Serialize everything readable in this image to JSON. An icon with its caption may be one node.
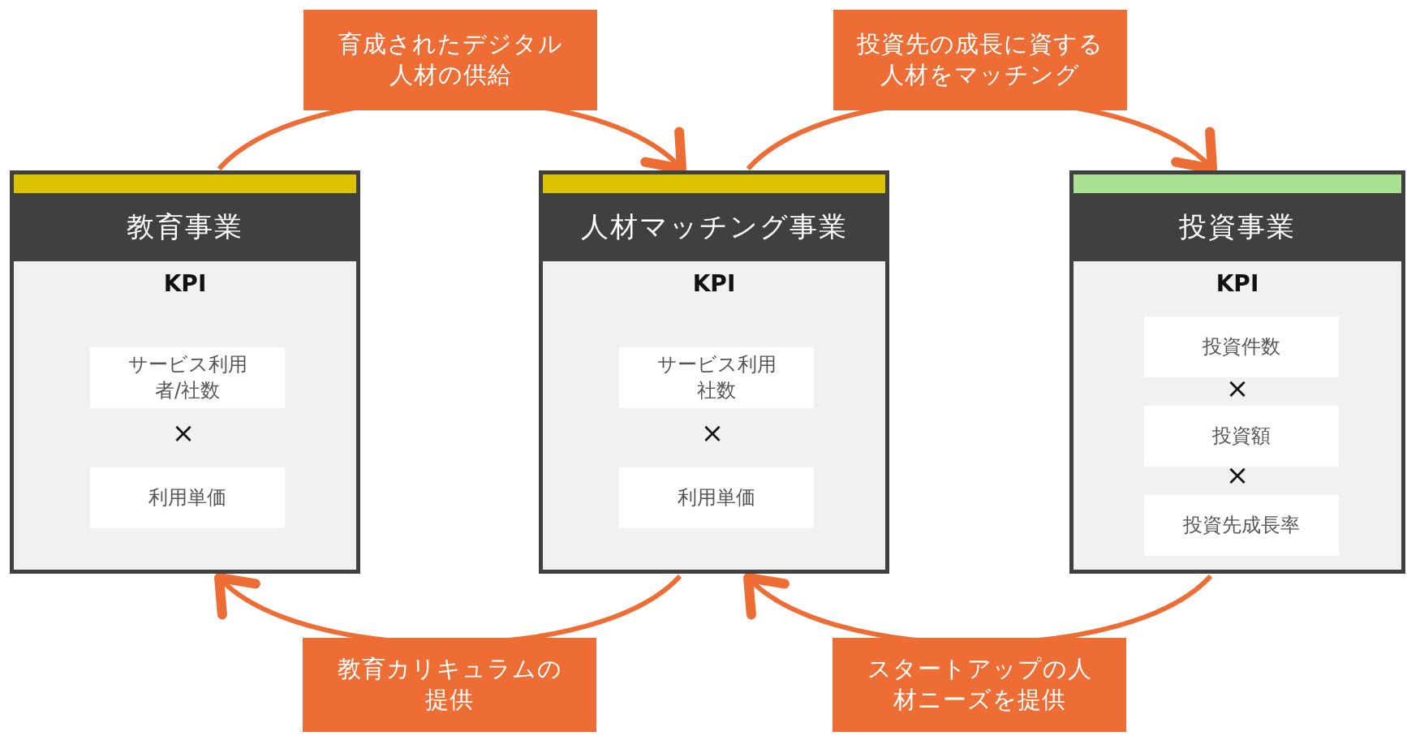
{
  "diagram": {
    "nodes": [
      {
        "text": [
          "教育事業",
          "KPI"
        ]
      },
      {
        "text": [
          "サービス利用者/社数"
        ],
        "in": 0
      },
      {
        "text": [
          "利用単価"
        ],
        "in": 0
      },
      {
        "text": [
          "人材マッチング事業",
          "KPI"
        ]
      },
      {
        "text": [
          "サービス利用社数"
        ],
        "in": 3
      },
      {
        "text": [
          "利用単価"
        ],
        "in": 3
      },
      {
        "text": [
          "投資事業",
          "KPI"
        ]
      },
      {
        "text": [
          "投資件数"
        ],
        "in": 6
      },
      {
        "text": [
          "投資額"
        ],
        "in": 6
      },
      {
        "text": [
          "投資先成長率"
        ],
        "in": 6
      }
    ],
    "edges": [
      {
        "from": 0,
        "to": 3,
        "arrow": "to",
        "label": "育成されたデジタル人材の供給"
      },
      {
        "from": 3,
        "to": 6,
        "arrow": "to",
        "label": "投資先の成長に資する人材をマッチング"
      },
      {
        "from": 3,
        "to": 0,
        "arrow": "to",
        "label": "教育カリキュラムの提供"
      },
      {
        "from": 6,
        "to": 3,
        "arrow": "to",
        "label": "スタートアップの人材ニーズを提供"
      }
    ],
    "labels": [
      "×",
      "×",
      "×",
      "×"
    ]
  }
}
